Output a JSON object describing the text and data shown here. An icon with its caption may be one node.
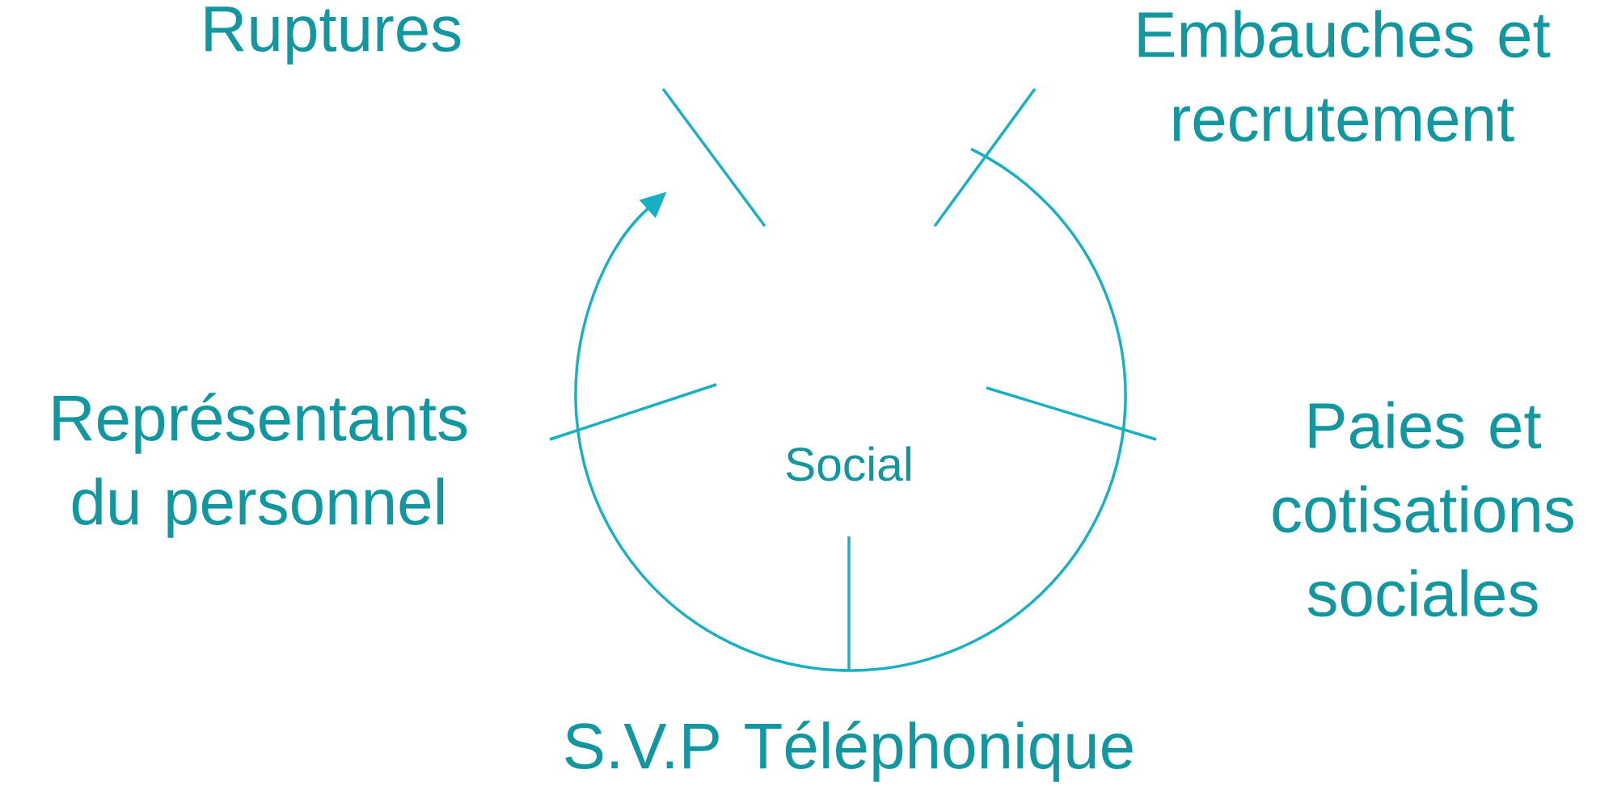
{
  "diagram": {
    "nodes": [
      {
        "text": [
          "Ruptures"
        ]
      },
      {
        "text": [
          "Embauches et recrutement"
        ]
      },
      {
        "text": [
          "Représentants du personnel"
        ]
      },
      {
        "text": [
          "Social"
        ]
      },
      {
        "text": [
          "Paies et cotisations sociales"
        ]
      },
      {
        "text": [
          "S.V.P Téléphonique"
        ]
      }
    ]
  }
}
